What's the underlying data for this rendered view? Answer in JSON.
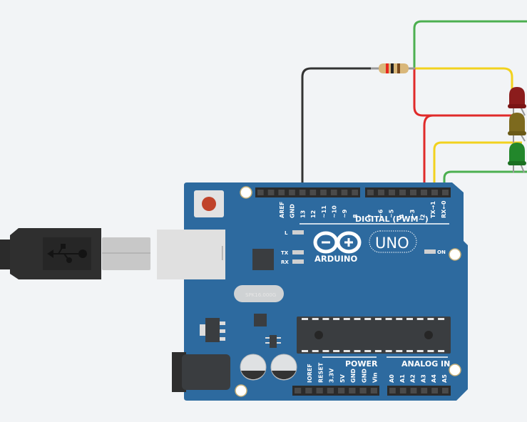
{
  "workspace": {
    "name": "circuit-canvas",
    "background": "#f2f4f6"
  },
  "board": {
    "name": "Arduino Uno",
    "brand_label": "ARDUINO",
    "model_label": "UNO",
    "color": "#2d6a9f",
    "digital_header_label": "DIGITAL (PWM~)",
    "digital_pins_left": [
      "AREF",
      "GND",
      "13",
      "12",
      "~11",
      "~10",
      "~9",
      "8"
    ],
    "digital_pins_right": [
      "7",
      "~6",
      "~5",
      "4",
      "~3",
      "2",
      "TX→1",
      "RX←0"
    ],
    "power_header_label": "POWER",
    "power_pins": [
      "IOREF",
      "RESET",
      "3.3V",
      "5V",
      "GND",
      "GND",
      "Vin"
    ],
    "analog_header_label": "ANALOG IN",
    "analog_pins": [
      "A0",
      "A1",
      "A2",
      "A3",
      "A4",
      "A5"
    ],
    "led_labels": {
      "l": "L",
      "tx": "TX",
      "rx": "RX",
      "on": "ON"
    },
    "crystal_label": "SPK16.000G"
  },
  "components": {
    "resistor": {
      "bands": [
        "#e8281e",
        "#222222",
        "#7a4a1e"
      ]
    },
    "leds": [
      {
        "name": "red-led",
        "color": "#8b1c1c"
      },
      {
        "name": "yellow-led",
        "color": "#7d6a1e"
      },
      {
        "name": "green-led",
        "color": "#22872b"
      }
    ]
  },
  "wires": [
    {
      "name": "wire-pin13-resistor",
      "color": "#333333"
    },
    {
      "name": "wire-green-top",
      "color": "#4caf50"
    },
    {
      "name": "wire-yellow-top",
      "color": "#f2d21e"
    },
    {
      "name": "wire-red-pin2",
      "color": "#e02a2a"
    },
    {
      "name": "wire-yellow-pin1",
      "color": "#f2d21e"
    },
    {
      "name": "wire-green-pin0",
      "color": "#4caf50"
    }
  ]
}
